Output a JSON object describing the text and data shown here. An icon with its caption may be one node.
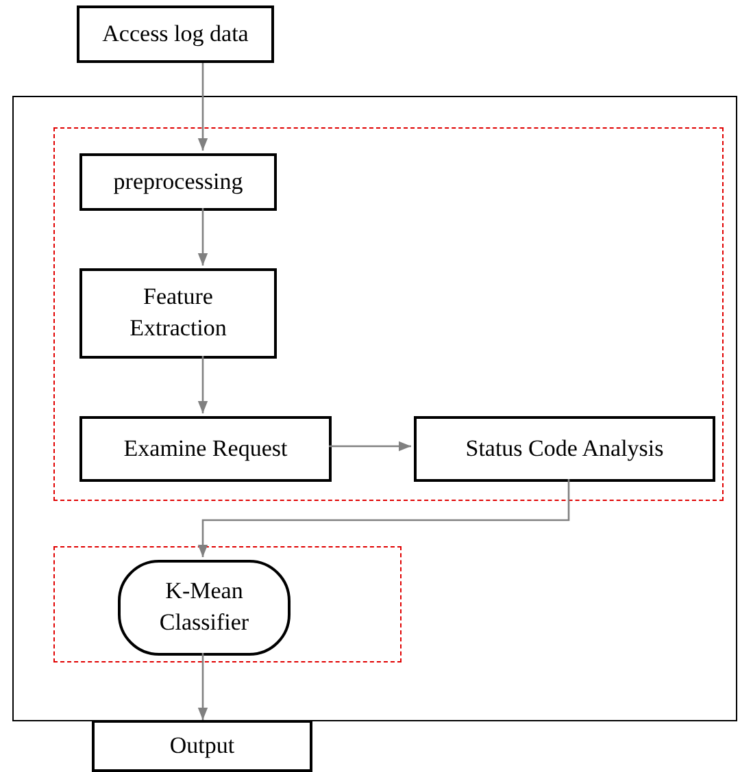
{
  "diagram": {
    "nodes": [
      {
        "text": [
          "Access  log data"
        ]
      },
      {
        "text": [],
        "shape": "box"
      },
      {
        "text": [],
        "shape": "dashed-box",
        "in": 1
      },
      {
        "text": [
          "preprocessing"
        ],
        "in": 2
      },
      {
        "text": [
          "Feature Extraction"
        ],
        "in": 2
      },
      {
        "text": [
          "Examine Request"
        ],
        "in": 2
      },
      {
        "text": [
          "Status Code Analysis"
        ],
        "in": 2
      },
      {
        "text": [],
        "shape": "dashed-box",
        "in": 1
      },
      {
        "text": [
          "K-Mean Classifier"
        ],
        "in": 7
      },
      {
        "text": [
          "Output"
        ]
      }
    ],
    "edges": [
      {
        "from": 0,
        "to": 3,
        "arrow": "to"
      },
      {
        "from": 3,
        "to": 4,
        "arrow": "to"
      },
      {
        "from": 4,
        "to": 5,
        "arrow": "to"
      },
      {
        "from": 5,
        "to": 6,
        "arrow": "to"
      },
      {
        "from": 6,
        "to": 8,
        "arrow": "to"
      },
      {
        "from": 8,
        "to": 9,
        "arrow": "to"
      }
    ]
  }
}
